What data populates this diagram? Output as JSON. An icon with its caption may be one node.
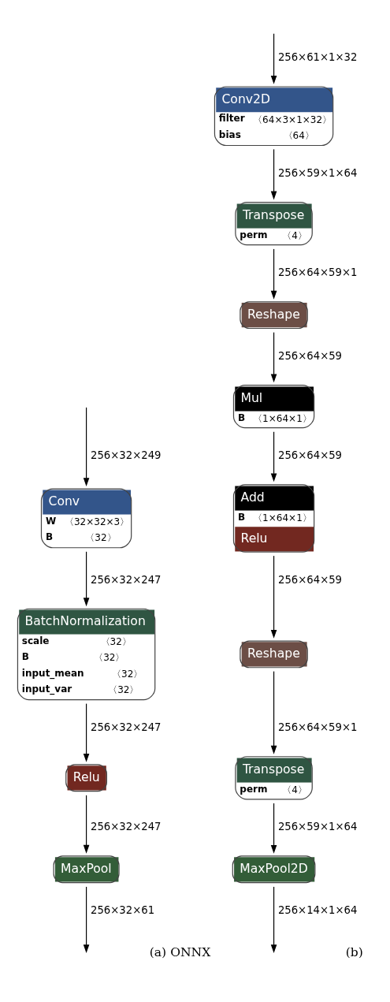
{
  "diagram": {
    "nodes": [
      {
        "text": [
          "Conv",
          "W 〈32×32×3〉",
          "B 〈32〉"
        ]
      },
      {
        "text": [
          "BatchNormalization",
          "scale 〈32〉",
          "B 〈32〉",
          "input_mean 〈32〉",
          "input_var 〈32〉"
        ]
      },
      {
        "text": [
          "Relu"
        ]
      },
      {
        "text": [
          "MaxPool"
        ]
      },
      {
        "text": [
          "Conv2D",
          "filter 〈64×3×1×32〉",
          "bias 〈64〉"
        ]
      },
      {
        "text": [
          "Transpose",
          "perm 〈4〉"
        ]
      },
      {
        "text": [
          "Reshape"
        ]
      },
      {
        "text": [
          "Mul",
          "B 〈1×64×1〉"
        ]
      },
      {
        "text": [
          "Add",
          "B 〈1×64×1〉",
          "Relu"
        ]
      },
      {
        "text": [
          "Reshape"
        ]
      },
      {
        "text": [
          "Transpose",
          "perm 〈4〉"
        ]
      },
      {
        "text": [
          "MaxPool2D"
        ]
      }
    ],
    "edges": [
      {
        "from": null,
        "to": 0,
        "arrow": "to",
        "label": "256×32×249"
      },
      {
        "from": 0,
        "to": 1,
        "arrow": "to",
        "label": "256×32×247"
      },
      {
        "from": 1,
        "to": 2,
        "arrow": "to",
        "label": "256×32×247"
      },
      {
        "from": 2,
        "to": 3,
        "arrow": "to",
        "label": "256×32×247"
      },
      {
        "from": 3,
        "to": null,
        "arrow": "to",
        "label": "256×32×61"
      },
      {
        "from": null,
        "to": 4,
        "arrow": "to",
        "label": "256×61×1×32"
      },
      {
        "from": 4,
        "to": 5,
        "arrow": "to",
        "label": "256×59×1×64"
      },
      {
        "from": 5,
        "to": 6,
        "arrow": "to",
        "label": "256×64×59×1"
      },
      {
        "from": 6,
        "to": 7,
        "arrow": "to",
        "label": "256×64×59"
      },
      {
        "from": 7,
        "to": 8,
        "arrow": "to",
        "label": "256×64×59"
      },
      {
        "from": 8,
        "to": 9,
        "arrow": "to",
        "label": "256×64×59"
      },
      {
        "from": 9,
        "to": 10,
        "arrow": "to",
        "label": "256×64×59×1"
      },
      {
        "from": 10,
        "to": 11,
        "arrow": "to",
        "label": "256×59×1×64"
      },
      {
        "from": 11,
        "to": null,
        "arrow": "to",
        "label": "256×14×1×64"
      }
    ],
    "labels": [
      "(a) ONNX",
      "(b)"
    ]
  }
}
